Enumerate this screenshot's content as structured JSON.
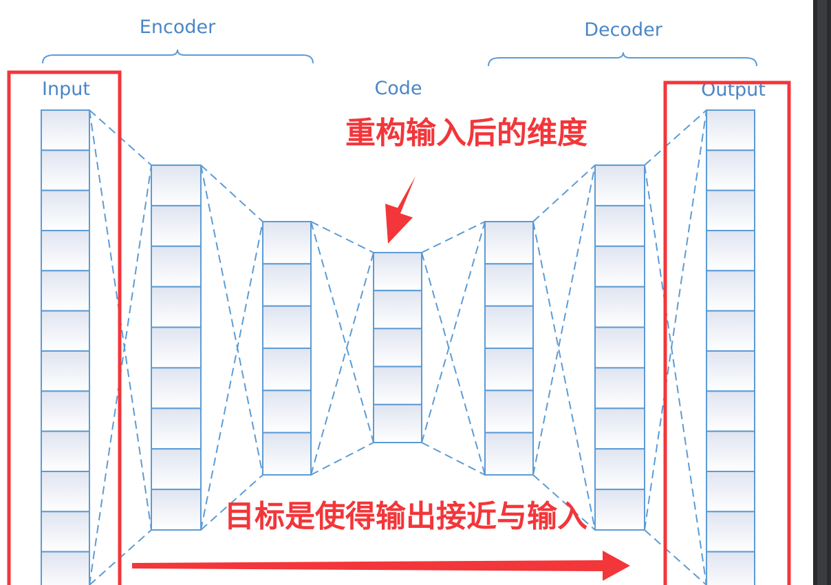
{
  "labels": {
    "encoder": "Encoder",
    "decoder": "Decoder",
    "input": "Input",
    "code": "Code",
    "output": "Output"
  },
  "annotations": {
    "top": "重构输入后的维度",
    "bottom": "目标是使得输出接近与输入"
  },
  "layers": [
    {
      "name": "input-layer",
      "cells": 12
    },
    {
      "name": "encoder-hidden-1",
      "cells": 9
    },
    {
      "name": "encoder-hidden-2",
      "cells": 6
    },
    {
      "name": "code-layer",
      "cells": 5
    },
    {
      "name": "decoder-hidden-1",
      "cells": 6
    },
    {
      "name": "decoder-hidden-2",
      "cells": 9
    },
    {
      "name": "output-layer",
      "cells": 12
    }
  ],
  "colors": {
    "layer_stroke": "#5b9bd5",
    "highlight": "#f2363a",
    "label": "#4a86c7"
  }
}
